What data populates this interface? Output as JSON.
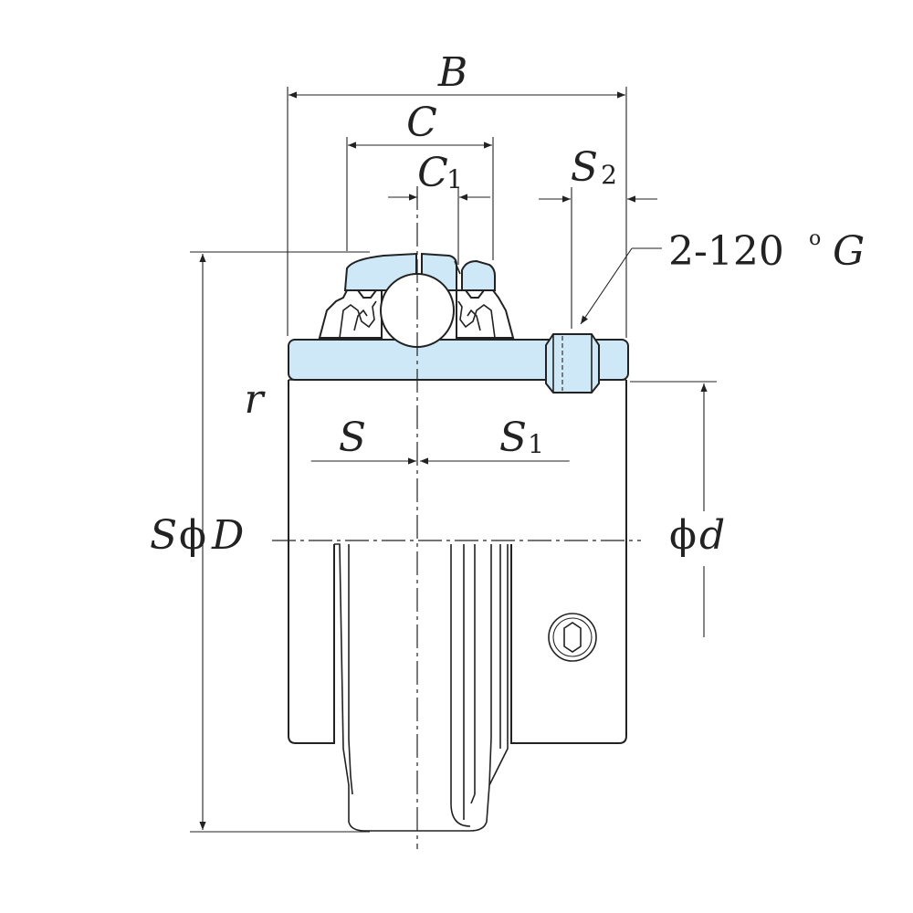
{
  "labels": {
    "B": "B",
    "C": "C",
    "C1_main": "C",
    "C1_sub": "1",
    "S2_main": "S",
    "S2_sub": "2",
    "G_prefix": "2-120",
    "G_degree": "o",
    "G_letter": "G",
    "r": "r",
    "S": "S",
    "S1_main": "S",
    "S1_sub": "1",
    "SD_S": "S",
    "SD_phi": "ϕ",
    "SD_D": "D",
    "d_phi": "ϕ",
    "d_d": "d"
  },
  "colors": {
    "fill": "#cfe8f7",
    "line": "#222222"
  }
}
